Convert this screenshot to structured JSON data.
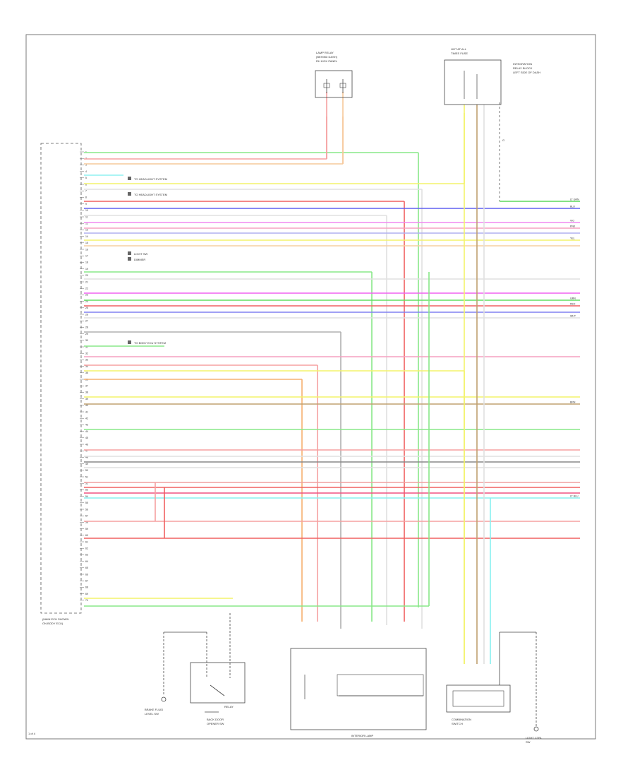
{
  "diagram": {
    "ecu_label": [
      "(MAIN ECU SHOWN",
      "ON BODY ECU)"
    ],
    "corner_label": "1 of 4",
    "top_component_1": [
      "LAMP RELAY",
      "(BEHIND DASH)",
      "RH KICK PANEL"
    ],
    "top_component_2": [
      "HOT AT ALL",
      "TIMES FUSE"
    ],
    "top_component_3": [
      "INTEGRATION",
      "RELAY BLOCK",
      "LEFT SIDE OF DASH"
    ],
    "ecu_pins": [
      "1",
      "2",
      "3",
      "4",
      "5",
      "6",
      "7",
      "8",
      "9",
      "10",
      "11",
      "12",
      "13",
      "14",
      "15",
      "16",
      "17",
      "18",
      "19",
      "20",
      "21",
      "22",
      "23",
      "24",
      "25",
      "26",
      "27",
      "28",
      "29",
      "30",
      "31",
      "32",
      "33",
      "34",
      "35",
      "36",
      "37",
      "38",
      "39",
      "40",
      "41",
      "42",
      "43",
      "44",
      "45",
      "46",
      "47",
      "48",
      "49",
      "50",
      "51",
      "52",
      "53",
      "54",
      "55",
      "56",
      "57",
      "58",
      "59",
      "60",
      "61",
      "62",
      "63",
      "64",
      "65",
      "66",
      "67",
      "68",
      "69",
      "70"
    ],
    "wire_colors": [
      "GRN",
      "RED",
      "PNK",
      "LT GRN",
      "YEL",
      "WHT",
      "BLU",
      "VIO",
      "BRN",
      "ORG",
      "GRY",
      "BLK",
      "TAN",
      "LT BLU"
    ],
    "note_labels": [
      "TO HEADLIGHT SYSTEM",
      "TO HEADLIGHT SYSTEM",
      "LIGHT SW",
      "DIMMER",
      "TO BODY ECU SYSTEM"
    ],
    "right_labels": [
      "LT GRN",
      "BLU",
      "VIO",
      "PNK",
      "YEL",
      "GRN",
      "RED",
      "WHT",
      "LT BLU",
      "BRN"
    ],
    "bottom_components": [
      [
        "BRAKE FLUID",
        "LEVEL SW"
      ],
      [
        "BACK DOOR",
        "OPENER SW"
      ],
      [
        "INTERIOR LAMP"
      ],
      [
        "COMBINATION",
        "SWITCH"
      ],
      [
        "LIGHT CTRL",
        "SW"
      ]
    ],
    "bottom_label_mid": "RELAY",
    "ground_label": "G"
  }
}
